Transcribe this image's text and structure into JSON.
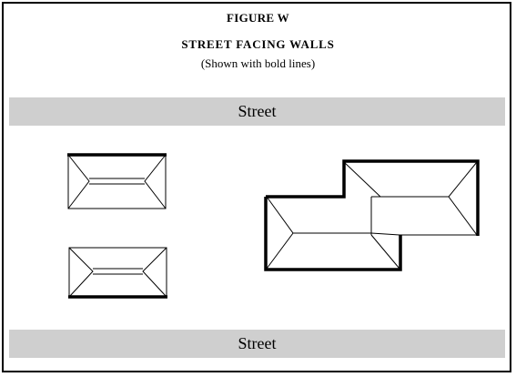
{
  "figure": {
    "title": "FIGURE W",
    "subtitle": "STREET FACING WALLS",
    "note": "(Shown with bold lines)"
  },
  "streets": {
    "top_label": "Street",
    "bottom_label": "Street",
    "fill_color": "#cfcfcf"
  },
  "colors": {
    "line": "#000000",
    "background": "#ffffff"
  }
}
